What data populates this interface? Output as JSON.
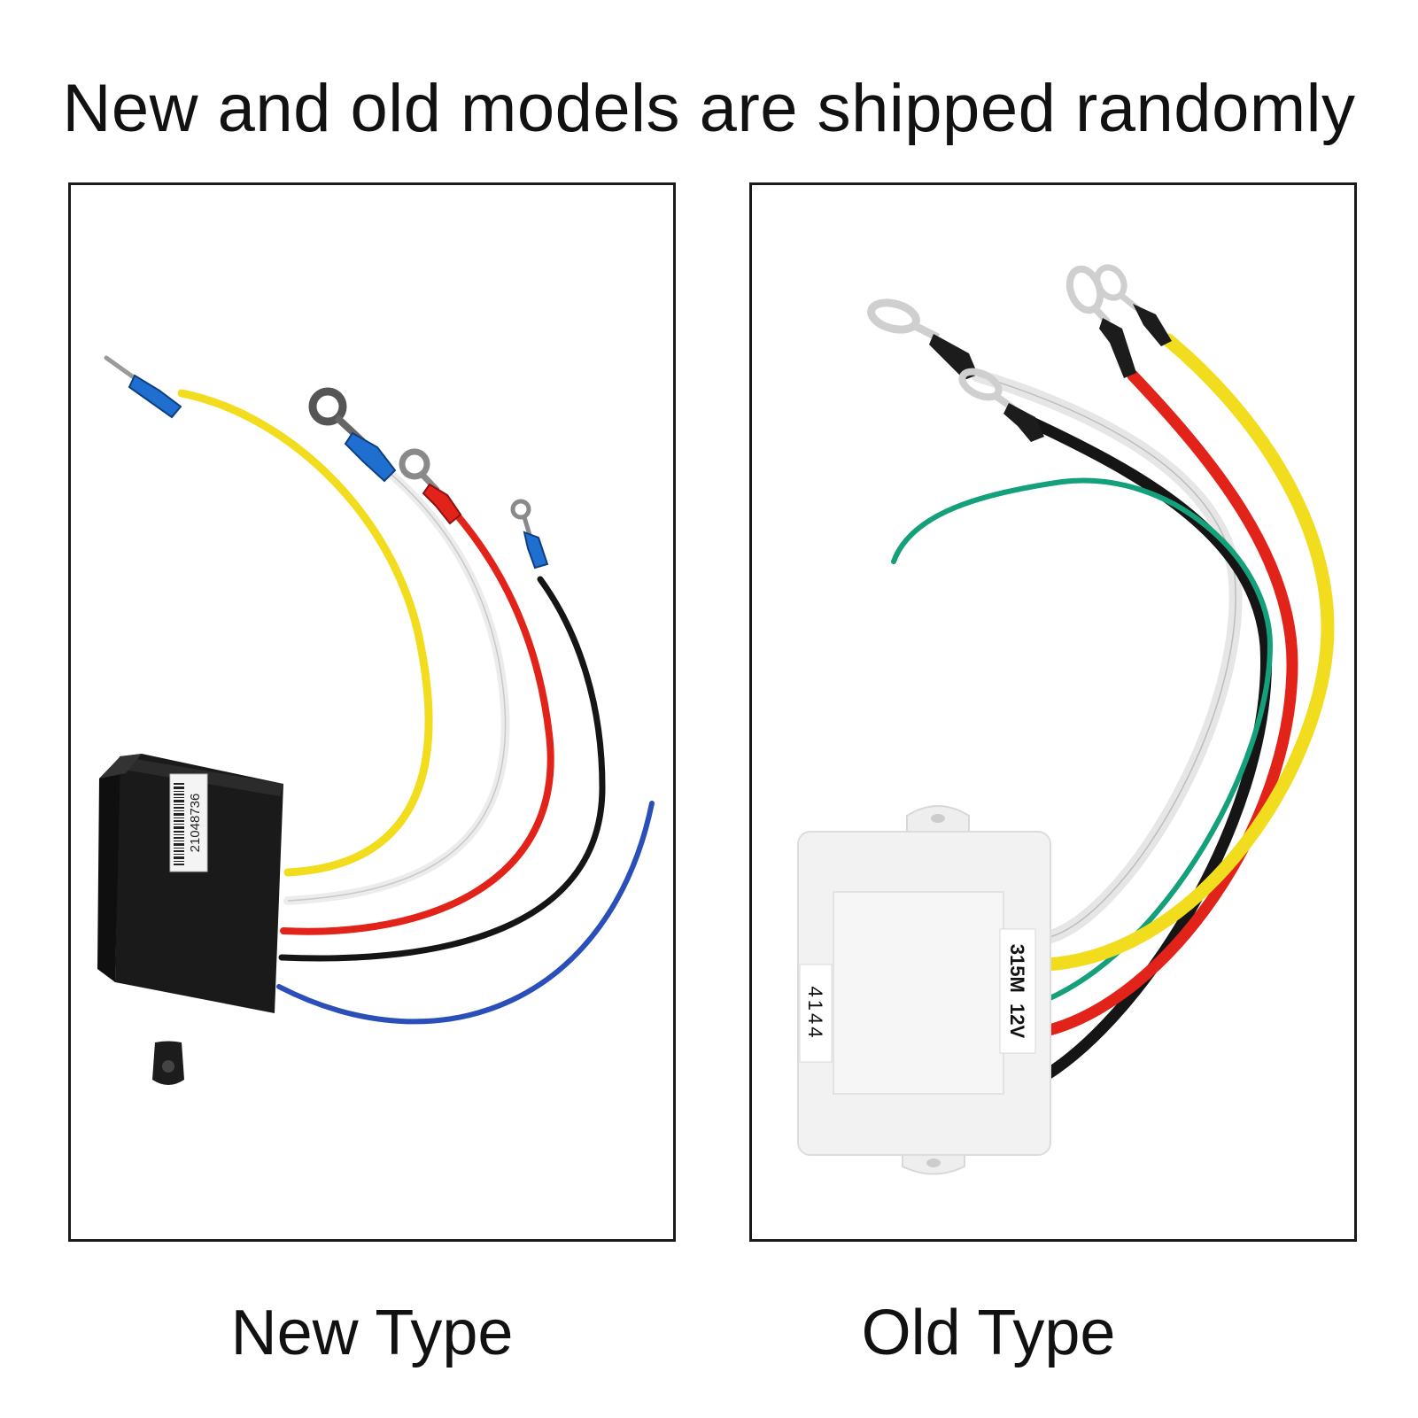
{
  "headline": "New and old models are shipped randomly",
  "panels": {
    "left": {
      "caption": "New Type",
      "label_text": "21048736"
    },
    "right": {
      "caption": "Old Type",
      "label_text_1": "315M  12V",
      "label_text_2": "4144"
    }
  },
  "colors": {
    "yellow": "#f2dc1e",
    "white_wire": "#ececec",
    "red": "#e2231a",
    "black": "#151515",
    "blue": "#2b4fb8",
    "green": "#14a07a"
  }
}
